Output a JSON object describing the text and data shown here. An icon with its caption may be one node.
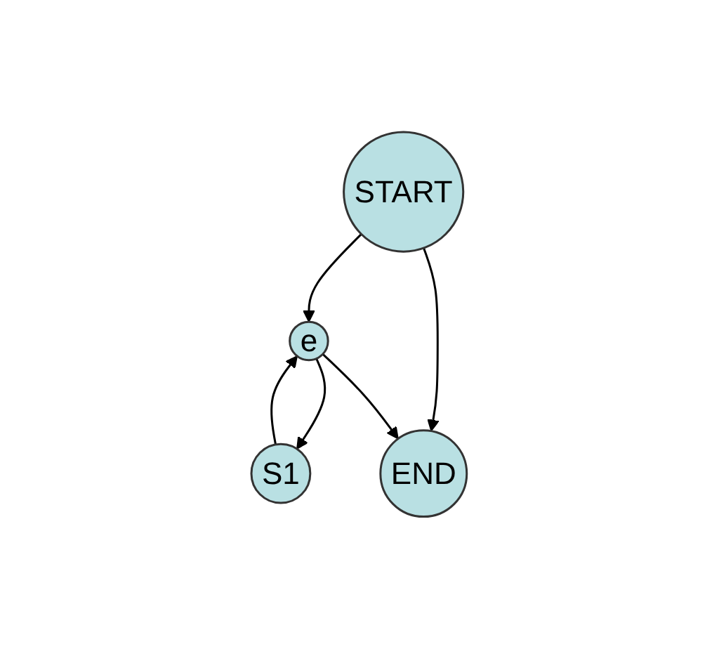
{
  "diagram": {
    "nodes": [
      {
        "text": [
          "START"
        ]
      },
      {
        "text": [
          "e"
        ]
      },
      {
        "text": [
          "S1"
        ]
      },
      {
        "text": [
          "END"
        ]
      }
    ],
    "edges": [
      {
        "from": 0,
        "to": 1,
        "arrow": "to"
      },
      {
        "from": 0,
        "to": 3,
        "arrow": "to"
      },
      {
        "from": 1,
        "to": 2,
        "arrow": "to"
      },
      {
        "from": 1,
        "to": 3,
        "arrow": "to"
      },
      {
        "from": 2,
        "to": 1,
        "arrow": "to"
      }
    ]
  }
}
